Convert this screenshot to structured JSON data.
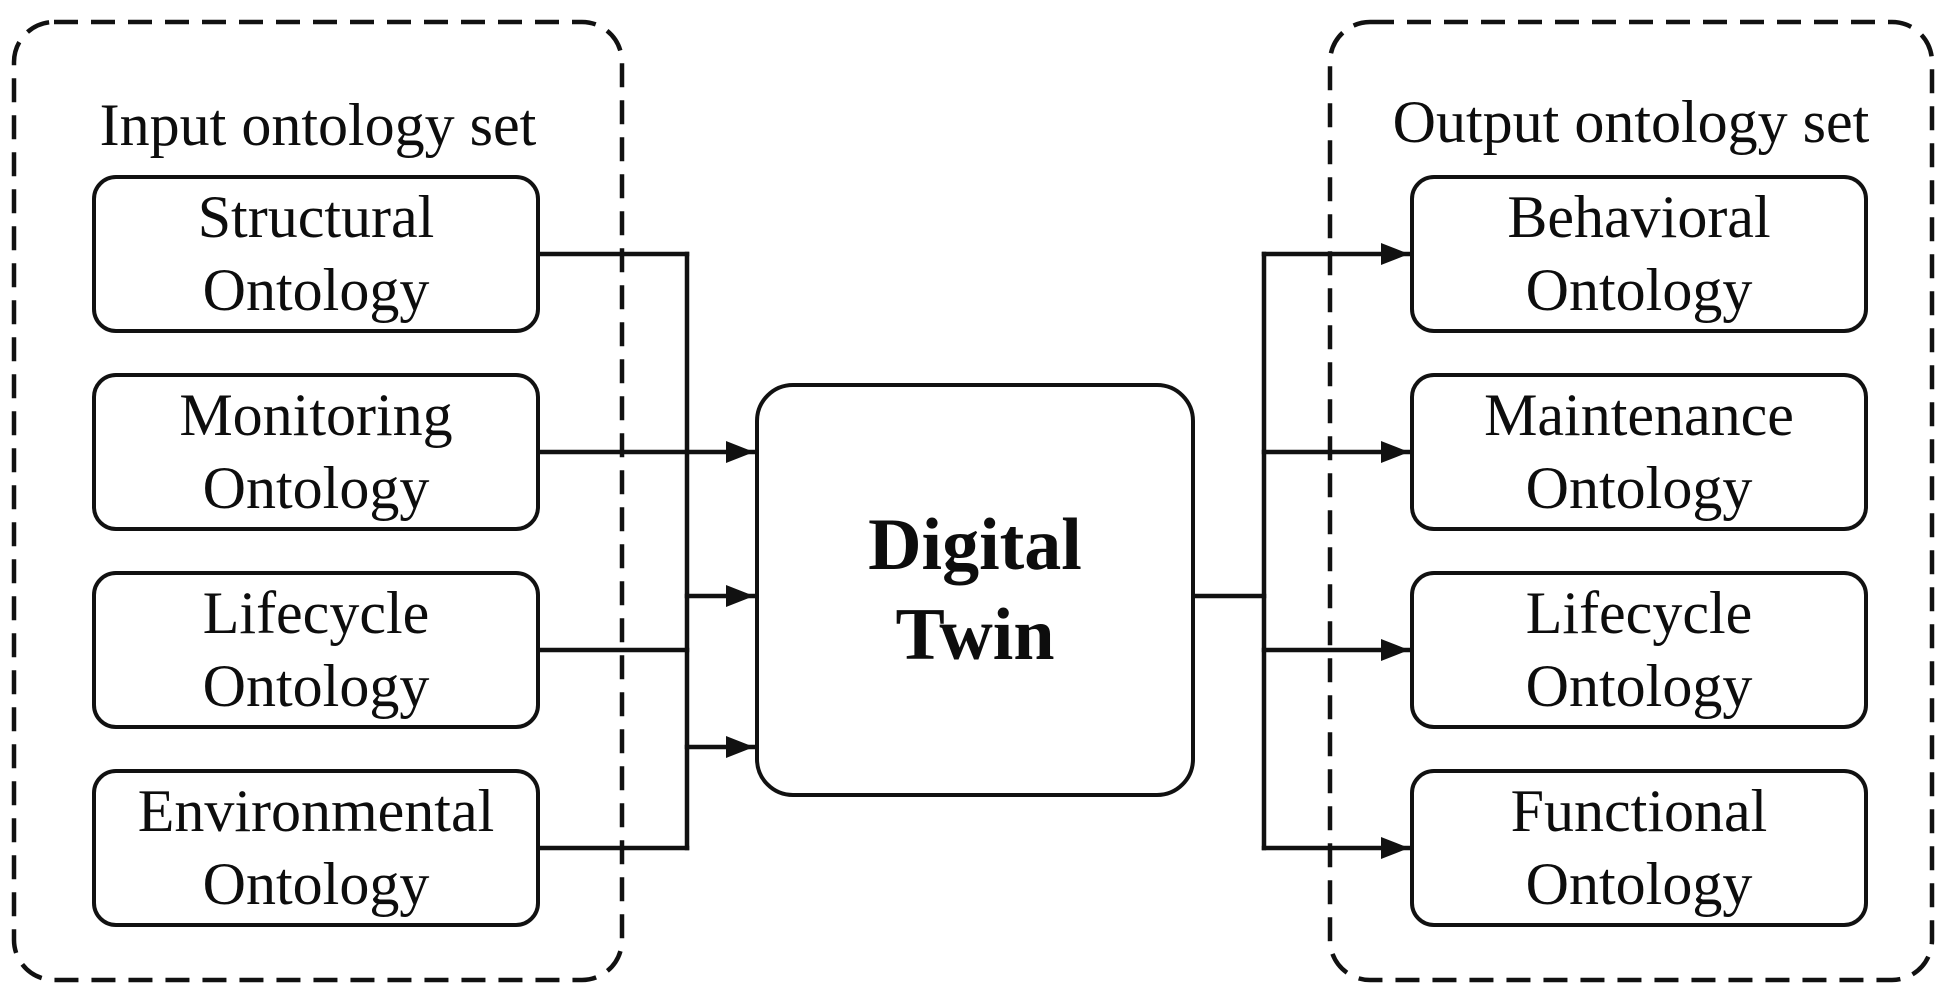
{
  "diagram": {
    "input_group": {
      "title": "Input ontology set",
      "boxes": [
        {
          "line1": "Structural",
          "line2": "Ontology"
        },
        {
          "line1": "Monitoring",
          "line2": "Ontology"
        },
        {
          "line1": "Lifecycle",
          "line2": "Ontology"
        },
        {
          "line1": "Environmental",
          "line2": "Ontology"
        }
      ]
    },
    "center_node": {
      "line1": "Digital",
      "line2": "Twin"
    },
    "output_group": {
      "title": "Output ontology set",
      "boxes": [
        {
          "line1": "Behavioral",
          "line2": "Ontology"
        },
        {
          "line1": "Maintenance",
          "line2": "Ontology"
        },
        {
          "line1": "Lifecycle",
          "line2": "Ontology"
        },
        {
          "line1": "Functional",
          "line2": "Ontology"
        }
      ]
    },
    "colors": {
      "stroke": "#111111",
      "background": "#ffffff"
    }
  }
}
